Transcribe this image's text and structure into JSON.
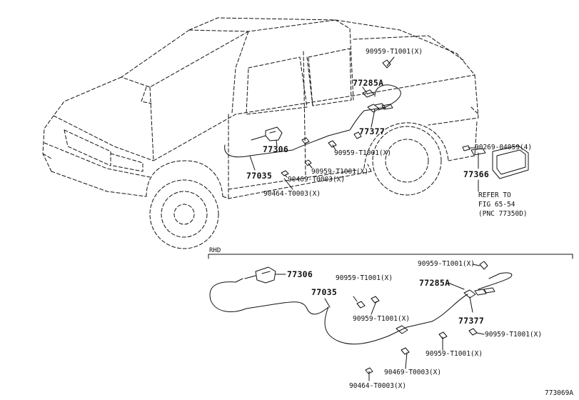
{
  "diagram": {
    "figure_id": "773069A",
    "section_rhd": "RHD",
    "top": {
      "p90959_top": "90959-T1001(X)",
      "p77285a": "77285A",
      "p77377": "77377",
      "p77306": "77306",
      "p90959_mid": "90959-T1001(X)",
      "p90959_low": "90959-T1001(X)",
      "p77035": "77035",
      "p90469": "90469-T0003(X)",
      "p90464": "90464-T0003(X)",
      "p90269": "90269-04059(4)",
      "p77366": "77366",
      "refer1": "REFER TO",
      "refer2": "FIG 65-54",
      "refer3": "(PNC 77350D)"
    },
    "bottom": {
      "p77306": "77306",
      "p90959_a": "90959-T1001(X)",
      "p77035": "77035",
      "p90959_b": "90959-T1001(X)",
      "p90959_c": "90959-T1001(X)",
      "p77285a": "77285A",
      "p77377": "77377",
      "p90959_d": "90959-T1001(X)",
      "p90959_e": "90959-T1001(X)",
      "p90469": "90469-T0003(X)",
      "p90464": "90464-T0003(X)"
    }
  }
}
